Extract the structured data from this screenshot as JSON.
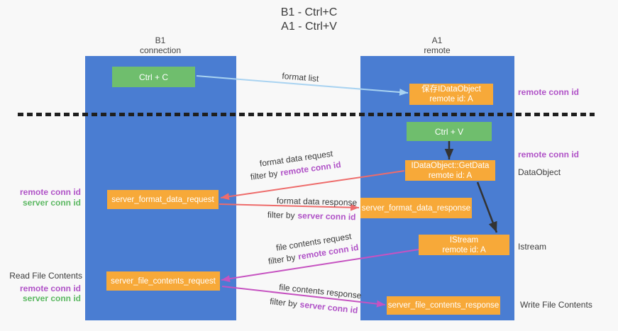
{
  "title": {
    "line1": "B1 - Ctrl+C",
    "line2": "A1 - Ctrl+V"
  },
  "lifelines": {
    "left": {
      "name": "B1",
      "role": "connection"
    },
    "right": {
      "name": "A1",
      "role": "remote"
    }
  },
  "boxes": {
    "ctrl_c": "Ctrl + C",
    "ctrl_v": "Ctrl + V",
    "save_dataobject": {
      "line1": "保存IDataObject",
      "line2": "remote id: A"
    },
    "getdata": {
      "line1": "IDataObject::GetData",
      "line2": "remote id: A"
    },
    "istream": {
      "line1": "IStream",
      "line2": "remote id: A"
    },
    "format_request": "server_format_data_request",
    "format_response": "server_format_data_response",
    "file_request": "server_file_contents_request",
    "file_response": "server_file_contents_response"
  },
  "arrows": {
    "format_list": "format list",
    "format_data_request": "format data request",
    "format_data_response": "format data response",
    "file_contents_request": "file contents request",
    "file_contents_response": "file contents response",
    "filter_by": "filter by"
  },
  "ids": {
    "remote_conn_id": "remote conn id",
    "server_conn_id": "server conn id"
  },
  "side_labels": {
    "dataobject": "DataObject",
    "istream": "Istream",
    "read_file_contents": "Read File Contents",
    "write_file_contents": "Write File Contents"
  },
  "colors": {
    "lifeline_blue": "#4a7dd2",
    "box_green": "#6fbe6d",
    "box_orange": "#f7a939",
    "arrow_light_blue": "#a9d3f1",
    "arrow_black": "#333333",
    "arrow_red": "#ee6c6b",
    "arrow_magenta": "#c653c1",
    "text_purple": "#b052c7",
    "text_green": "#5cb862",
    "background": "#f8f8f8"
  }
}
